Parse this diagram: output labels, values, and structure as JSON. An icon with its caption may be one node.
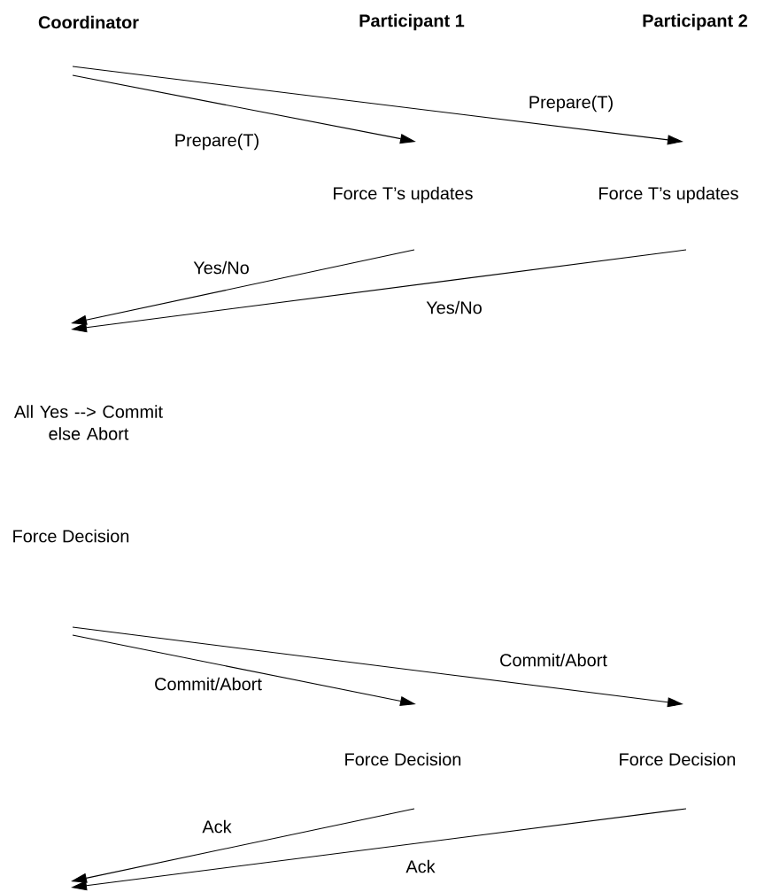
{
  "diagram": {
    "nodes": [
      {
        "text": [
          "Coordinator"
        ]
      },
      {
        "text": [
          "Participant 1"
        ]
      },
      {
        "text": [
          "Participant 2"
        ]
      },
      {
        "text": [
          "Force T’s updates"
        ]
      },
      {
        "text": [
          "Force T’s updates"
        ]
      },
      {
        "text": [
          "All Yes --> Commit else Abort"
        ]
      },
      {
        "text": [
          "Force Decision"
        ]
      },
      {
        "text": [
          "Force Decision"
        ]
      },
      {
        "text": [
          "Force Decision"
        ]
      }
    ],
    "edges": [
      {
        "from": null,
        "to": 4,
        "arrow": "to",
        "label": "Prepare(T)"
      },
      {
        "from": null,
        "to": 3,
        "arrow": "to",
        "label": "Prepare(T)"
      },
      {
        "from": 3,
        "to": null,
        "arrow": "to",
        "label": "Yes/No"
      },
      {
        "from": 4,
        "to": null,
        "arrow": "to",
        "label": "Yes/No"
      },
      {
        "from": null,
        "to": 8,
        "arrow": "to",
        "label": "Commit/Abort"
      },
      {
        "from": null,
        "to": 7,
        "arrow": "to",
        "label": "Commit/Abort"
      },
      {
        "from": 7,
        "to": null,
        "arrow": "to",
        "label": "Ack"
      },
      {
        "from": 8,
        "to": null,
        "arrow": "to",
        "label": "Ack"
      }
    ]
  }
}
